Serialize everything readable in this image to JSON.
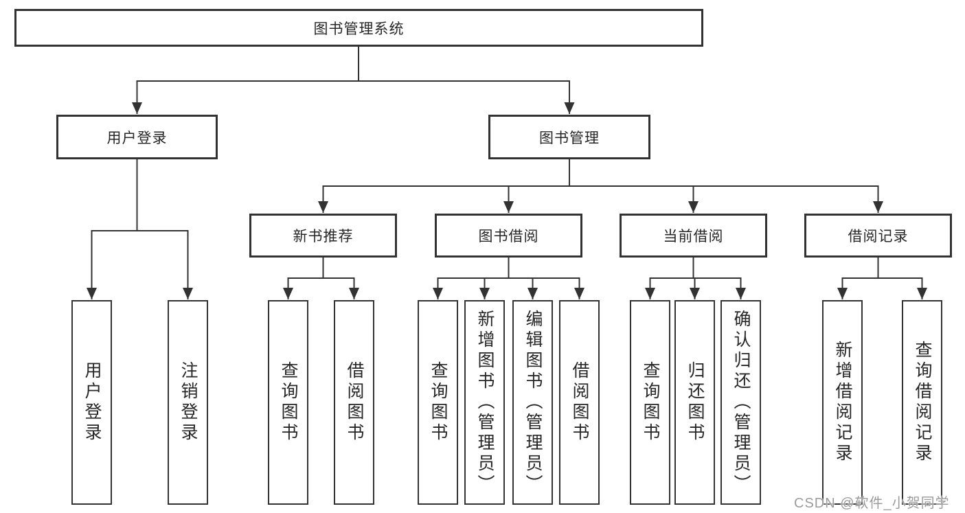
{
  "diagram": {
    "root": {
      "label": "图书管理系统"
    },
    "level2": [
      {
        "label": "用户登录"
      },
      {
        "label": "图书管理"
      }
    ],
    "level3": [
      {
        "label": "新书推荐"
      },
      {
        "label": "图书借阅"
      },
      {
        "label": "当前借阅"
      },
      {
        "label": "借阅记录"
      }
    ],
    "leaves": [
      {
        "label": "用户登录"
      },
      {
        "label": "注销登录"
      },
      {
        "label": "查询图书"
      },
      {
        "label": "借阅图书"
      },
      {
        "label": "查询图书"
      },
      {
        "label": "新增图书（管理员）"
      },
      {
        "label": "编辑图书（管理员）"
      },
      {
        "label": "借阅图书"
      },
      {
        "label": "查询图书"
      },
      {
        "label": "归还图书"
      },
      {
        "label": "确认归还（管理员）"
      },
      {
        "label": "新增借阅记录"
      },
      {
        "label": "查询借阅记录"
      }
    ]
  },
  "watermark": {
    "text": "CSDN @软件_小贺同学"
  },
  "colors": {
    "line": "#323232",
    "box_border": "#323232",
    "box_fill": "#ffffff",
    "text": "#262626",
    "watermark": "#9b9b9b",
    "background": "#ffffff"
  }
}
